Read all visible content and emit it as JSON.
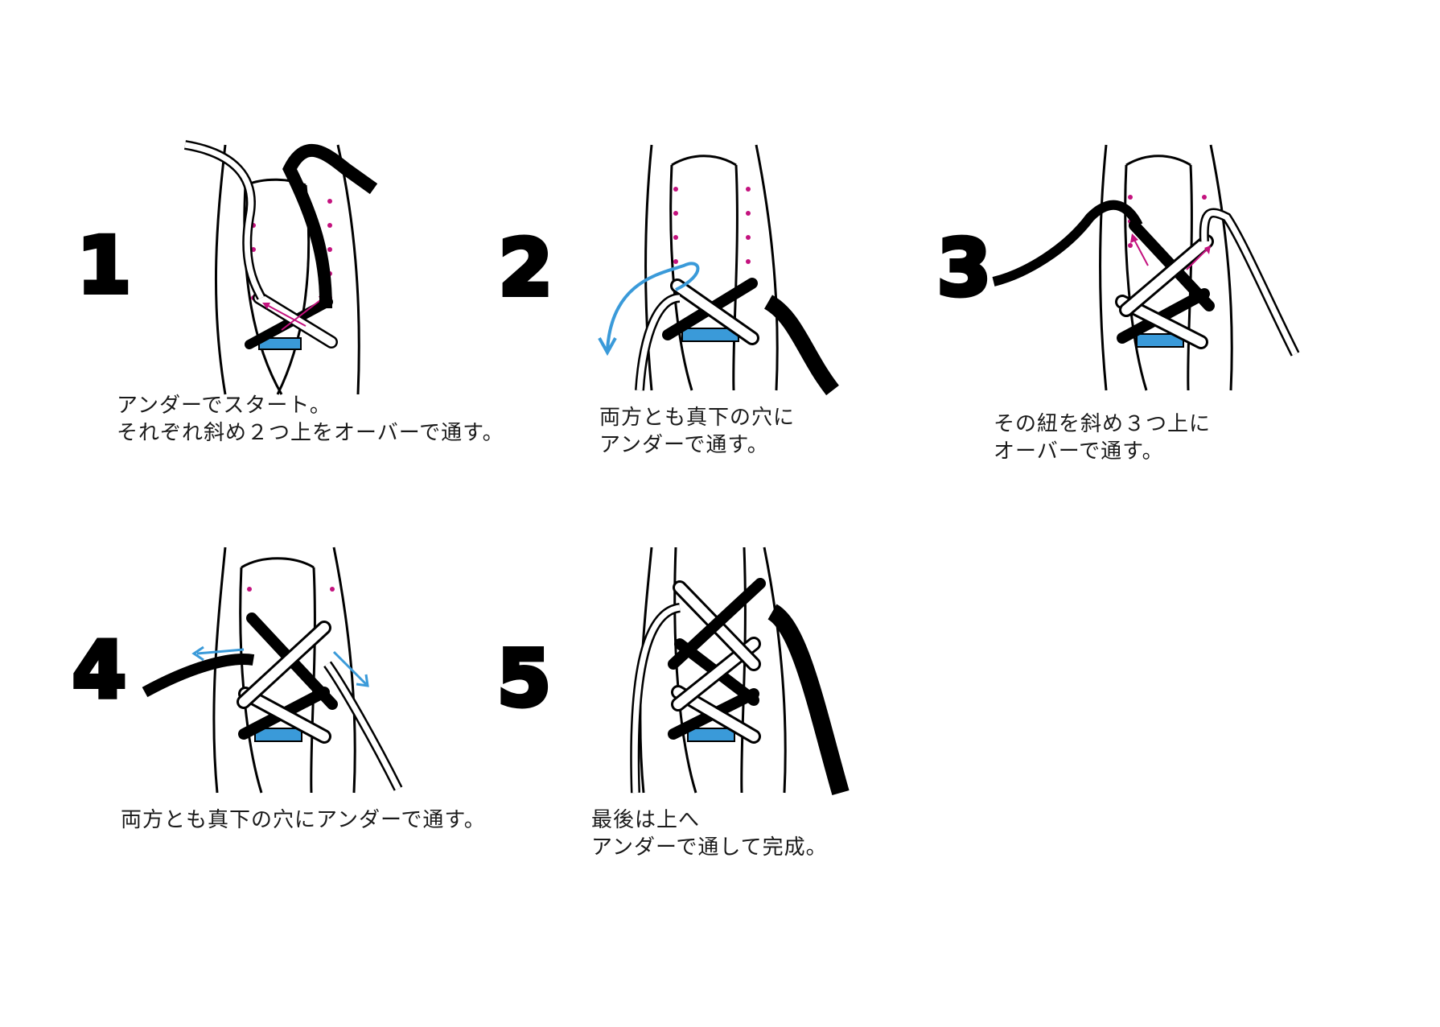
{
  "colors": {
    "blue": "#3a9ad9",
    "magenta": "#c4127e",
    "black": "#000000",
    "white": "#ffffff"
  },
  "steps": [
    {
      "number": "1",
      "caption": [
        "アンダーでスタート。",
        "それぞれ斜め２つ上をオーバーで通す。"
      ]
    },
    {
      "number": "2",
      "caption": [
        "両方とも真下の穴に",
        "アンダーで通す。"
      ]
    },
    {
      "number": "3",
      "caption": [
        "その紐を斜め３つ上に",
        "オーバーで通す。"
      ]
    },
    {
      "number": "4",
      "caption": [
        "両方とも真下の穴にアンダーで通す。"
      ]
    },
    {
      "number": "5",
      "caption": [
        "最後は上へ",
        "アンダーで通して完成。"
      ]
    }
  ]
}
